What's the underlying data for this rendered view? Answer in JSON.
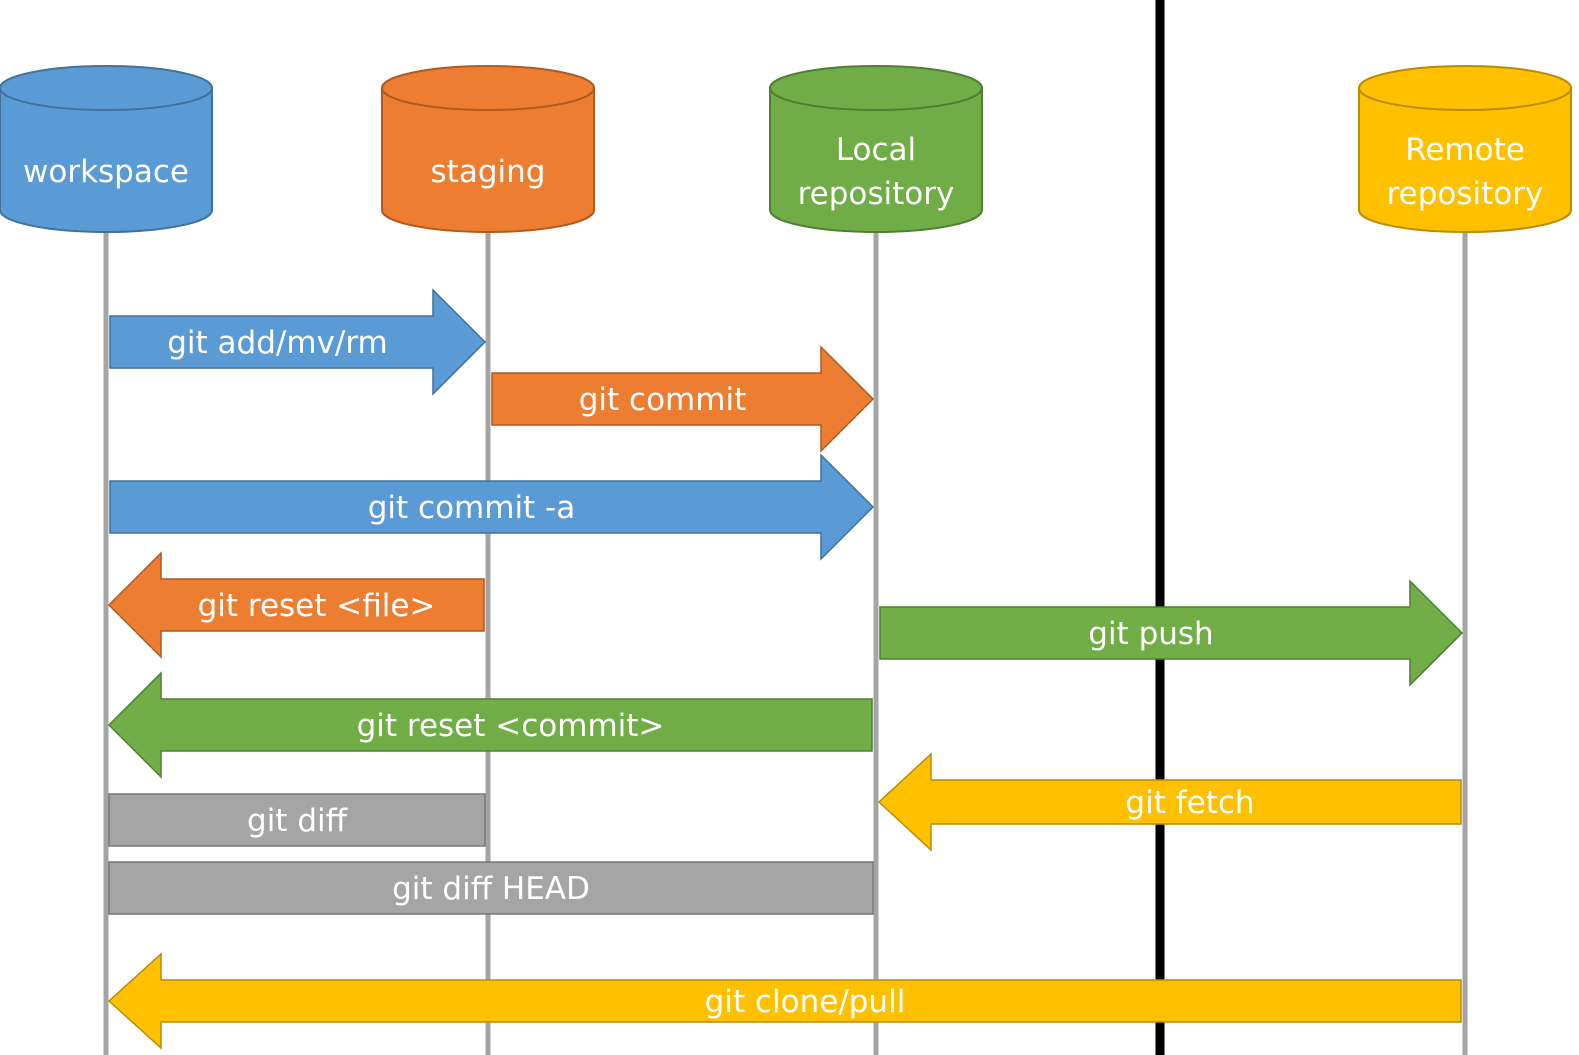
{
  "colors": {
    "blue": "#5B9BD5",
    "blue_stroke": "#41719C",
    "orange": "#ED7D31",
    "orange_stroke": "#AE5A21",
    "green": "#70AD47",
    "green_stroke": "#507E32",
    "yellow": "#FFC000",
    "yellow_stroke": "#BC8C00",
    "gray": "#A5A5A5",
    "gray_stroke": "#787878",
    "lifeline": "#A5A5A5",
    "divider": "#000000"
  },
  "nodes": [
    {
      "id": "workspace",
      "lines": [
        "workspace"
      ],
      "color": "blue"
    },
    {
      "id": "staging",
      "lines": [
        "staging"
      ],
      "color": "orange"
    },
    {
      "id": "local",
      "lines": [
        "Local",
        "repository"
      ],
      "color": "green"
    },
    {
      "id": "remote",
      "lines": [
        "Remote",
        "repository"
      ],
      "color": "yellow"
    }
  ],
  "commands": [
    {
      "id": "add",
      "label": "git add/mv/rm",
      "from": "workspace",
      "to": "staging",
      "color": "blue",
      "kind": "arrow"
    },
    {
      "id": "commit",
      "label": "git commit",
      "from": "staging",
      "to": "local",
      "color": "orange",
      "kind": "arrow"
    },
    {
      "id": "commit-a",
      "label": "git commit -a",
      "from": "workspace",
      "to": "local",
      "color": "blue",
      "kind": "arrow"
    },
    {
      "id": "reset-file",
      "label": "git reset <file>",
      "from": "staging",
      "to": "workspace",
      "color": "orange",
      "kind": "arrow"
    },
    {
      "id": "push",
      "label": "git push",
      "from": "local",
      "to": "remote",
      "color": "green",
      "kind": "arrow"
    },
    {
      "id": "reset-commit",
      "label": "git reset <commit>",
      "from": "local",
      "to": "workspace",
      "color": "green",
      "kind": "arrow"
    },
    {
      "id": "fetch",
      "label": "git fetch",
      "from": "remote",
      "to": "local",
      "color": "yellow",
      "kind": "arrow"
    },
    {
      "id": "diff",
      "label": "git diff",
      "from": "workspace",
      "to": "staging",
      "color": "gray",
      "kind": "bar"
    },
    {
      "id": "diff-head",
      "label": "git diff HEAD",
      "from": "workspace",
      "to": "local",
      "color": "gray",
      "kind": "bar"
    },
    {
      "id": "clone-pull",
      "label": "git clone/pull",
      "from": "remote",
      "to": "workspace",
      "color": "yellow",
      "kind": "arrow"
    }
  ]
}
